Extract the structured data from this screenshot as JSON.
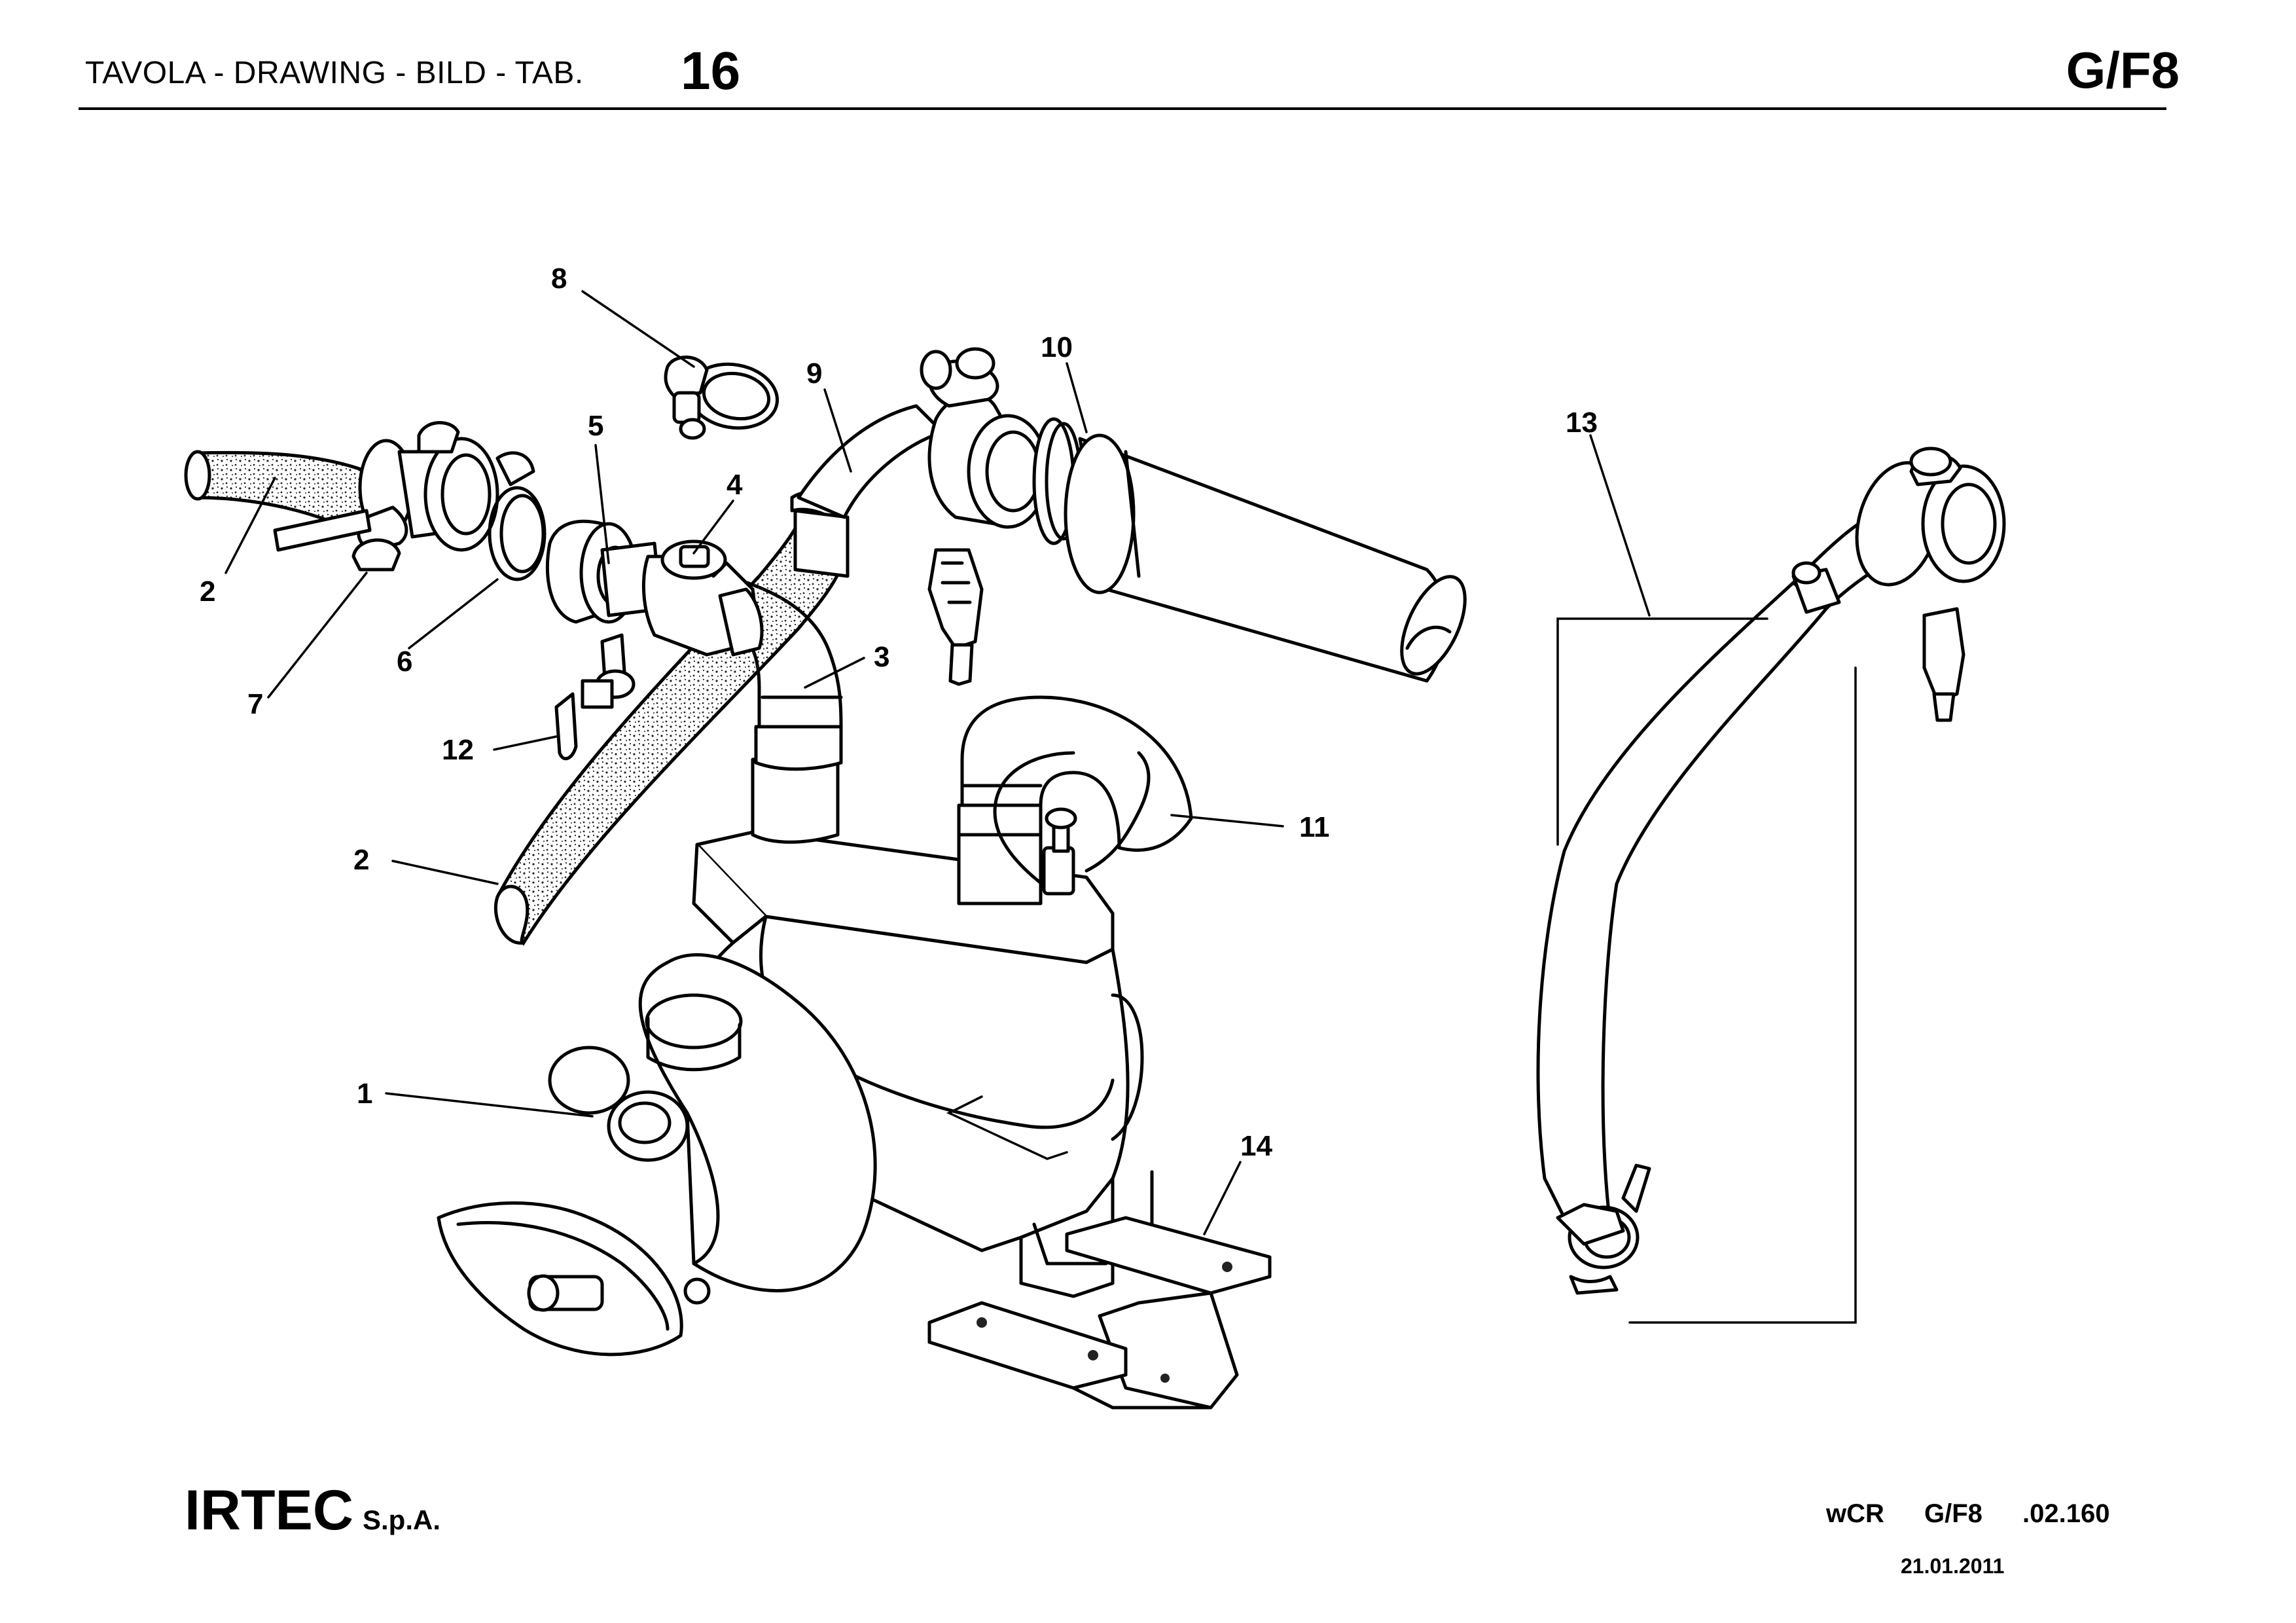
{
  "header": {
    "title": "TAVOLA - DRAWING - BILD - TAB.",
    "table_number": "16",
    "group_code": "G/F8"
  },
  "footer": {
    "company": "IRTEC",
    "company_suffix": "S.p.A.",
    "doc_ref": [
      "wCR",
      "G/F8",
      ".02.160"
    ],
    "date": "21.01.2011"
  },
  "callouts": [
    "1",
    "2",
    "2",
    "3",
    "4",
    "5",
    "6",
    "7",
    "8",
    "9",
    "10",
    "11",
    "12",
    "13",
    "14"
  ]
}
